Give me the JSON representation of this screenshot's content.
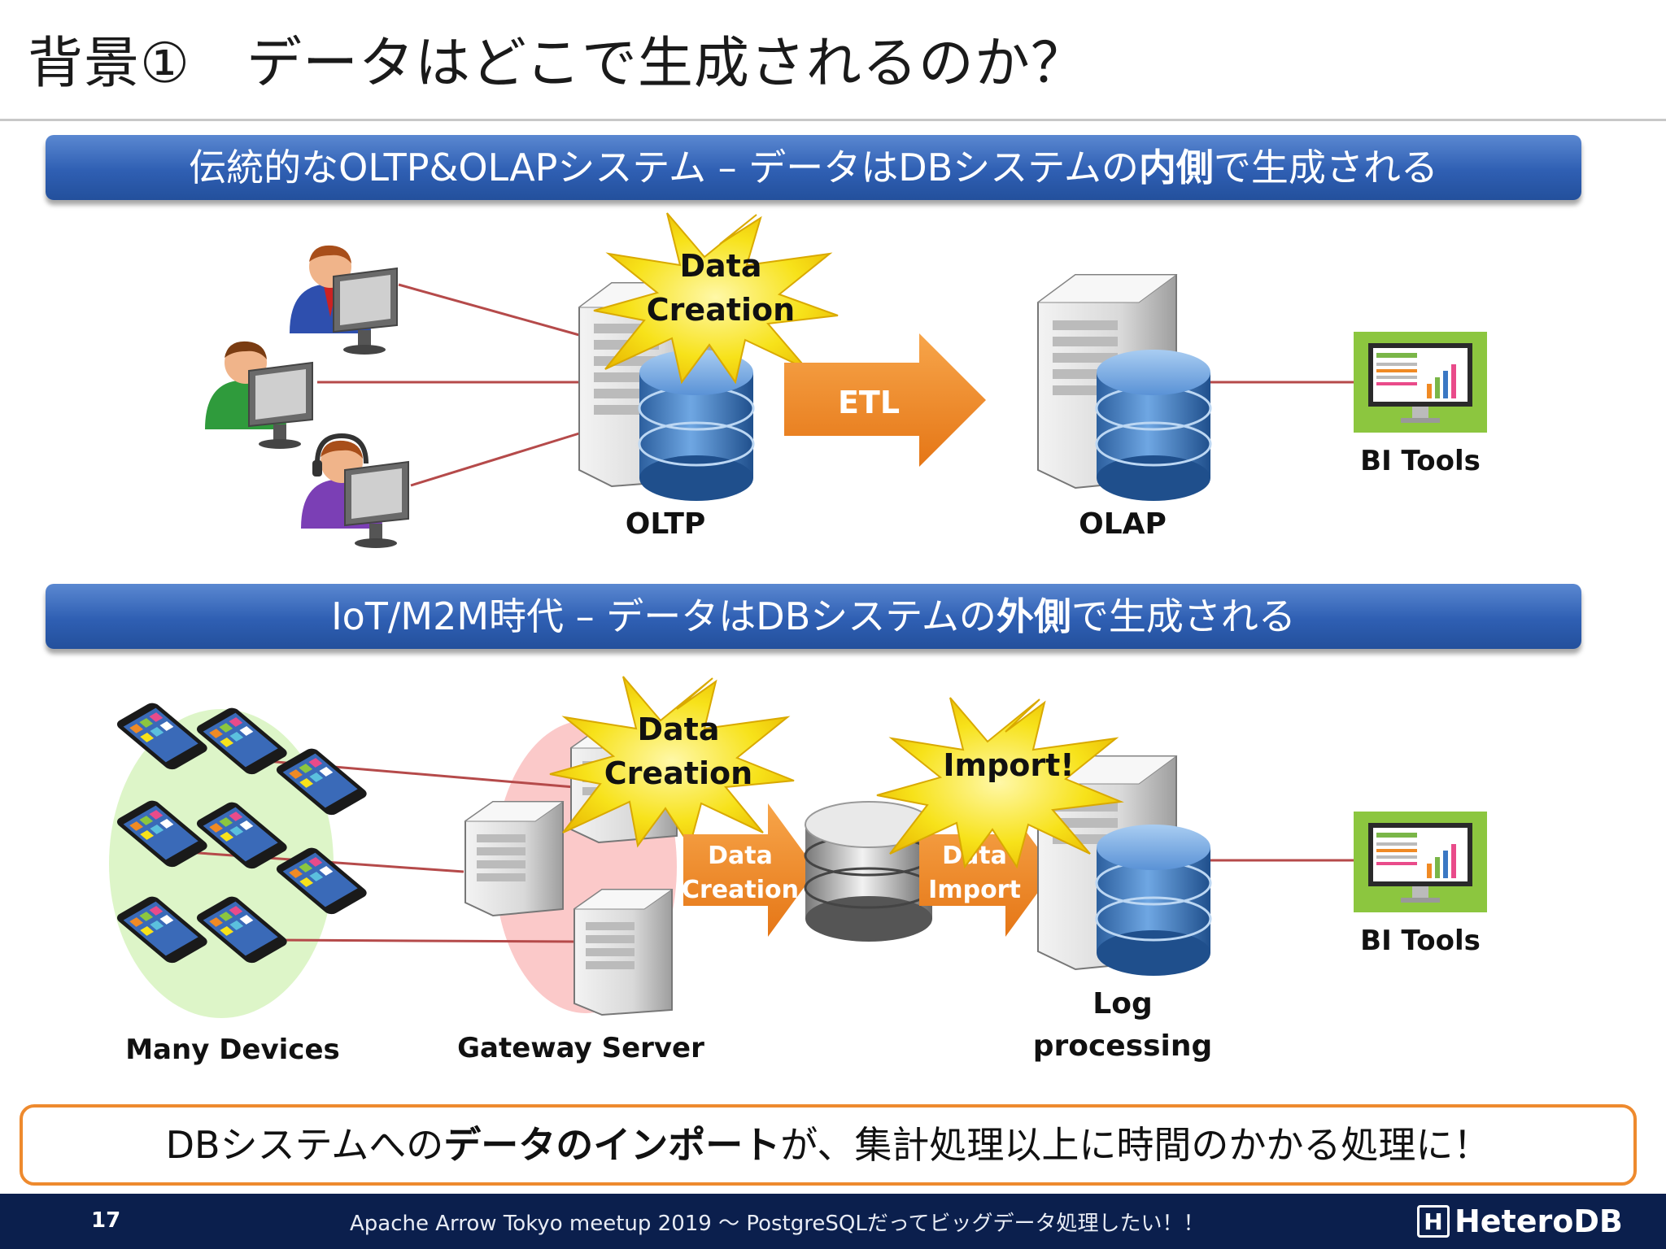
{
  "title": "背景①　データはどこで生成されるのか？",
  "banner1": {
    "pre": "伝統的なOLTP&OLAPシステム – データはDBシステムの",
    "bold": "内側",
    "post": "で生成される"
  },
  "banner2": {
    "pre": "IoT/M2M時代 – データはDBシステムの",
    "bold": "外側",
    "post": "で生成される"
  },
  "top": {
    "burst_line1": "Data",
    "burst_line2": "Creation",
    "etl_label": "ETL",
    "oltp_label": "OLTP",
    "olap_label": "OLAP",
    "bi_label": "BI Tools"
  },
  "bottom": {
    "burst1_line1": "Data",
    "burst1_line2": "Creation",
    "burst2": "Import!",
    "arrow1_line1": "Data",
    "arrow1_line2": "Creation",
    "arrow2_line1": "Data",
    "arrow2_line2": "Import",
    "devices_label": "Many Devices",
    "gateway_label": "Gateway Server",
    "log_line1": "Log",
    "log_line2": "processing",
    "bi_label": "BI Tools"
  },
  "conclusion": {
    "pre": "DBシステムへの",
    "bold": "データのインポート",
    "post": "が、集計処理以上に時間のかかる処理に！"
  },
  "footer": {
    "page": "17",
    "text": "Apache Arrow Tokyo meetup 2019 ～ PostgreSQLだってビッグデータ処理したい！！",
    "logo_mark": "H",
    "logo": "HeteroDB"
  },
  "colors": {
    "banner": "#2f5fb3",
    "arrow": "#f08a24",
    "burst": "#f7e21a",
    "db": "#3b78c4",
    "line": "#b54a4a",
    "footer": "#0b1f4d",
    "conclusion_border": "#ee8a2e"
  }
}
